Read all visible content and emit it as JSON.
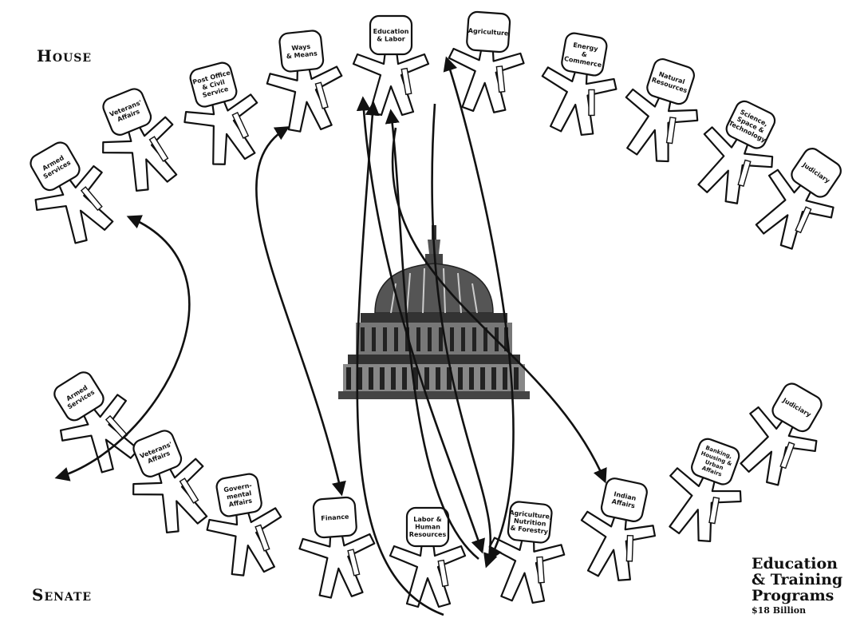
{
  "chambers": {
    "house": "House",
    "senate": "Senate"
  },
  "title": {
    "line1": "Education",
    "line2": "& Training",
    "line3": "Programs",
    "amount": "$18 Billion"
  },
  "house_committees": [
    {
      "id": "armed-services",
      "label": [
        "Armed",
        "Services"
      ]
    },
    {
      "id": "veterans-affairs",
      "label": [
        "Veterans'",
        "Affairs"
      ]
    },
    {
      "id": "post-office-civil-service",
      "label": [
        "Post Office",
        "& Civil",
        "Service"
      ]
    },
    {
      "id": "ways-means",
      "label": [
        "Ways",
        "& Means"
      ]
    },
    {
      "id": "education-labor",
      "label": [
        "Education",
        "& Labor"
      ]
    },
    {
      "id": "agriculture",
      "label": [
        "Agriculture"
      ]
    },
    {
      "id": "energy-commerce",
      "label": [
        "Energy",
        "&",
        "Commerce"
      ]
    },
    {
      "id": "natural-resources",
      "label": [
        "Natural",
        "Resources"
      ]
    },
    {
      "id": "science-space-technology",
      "label": [
        "Science,",
        "Space &",
        "Technology"
      ]
    },
    {
      "id": "judiciary",
      "label": [
        "Judiciary"
      ]
    }
  ],
  "senate_committees": [
    {
      "id": "armed-services",
      "label": [
        "Armed",
        "Services"
      ]
    },
    {
      "id": "veterans-affairs",
      "label": [
        "Veterans'",
        "Affairs"
      ]
    },
    {
      "id": "governmental-affairs",
      "label": [
        "Govern-",
        "mental",
        "Affairs"
      ]
    },
    {
      "id": "finance",
      "label": [
        "Finance"
      ]
    },
    {
      "id": "labor-human-resources",
      "label": [
        "Labor &",
        "Human",
        "Resources"
      ]
    },
    {
      "id": "agriculture-nutrition-forestry",
      "label": [
        "Agriculture,",
        "Nutrition",
        "& Forestry"
      ]
    },
    {
      "id": "indian-affairs",
      "label": [
        "Indian",
        "Affairs"
      ]
    },
    {
      "id": "banking-housing-urban-affairs",
      "label": [
        "Banking,",
        "Housing &",
        "Urban",
        "Affairs"
      ]
    },
    {
      "id": "judiciary",
      "label": [
        "Judiciary"
      ]
    }
  ]
}
